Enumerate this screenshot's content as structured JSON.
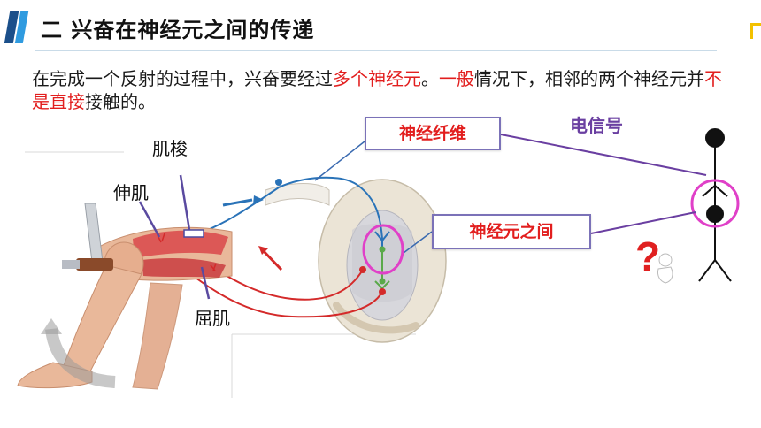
{
  "header": {
    "title": "二  兴奋在神经元之间的传递"
  },
  "paragraph": {
    "part1": "在完成一个反射的过程中，兴奋要经过",
    "part2": "多个神经元",
    "part3": "。",
    "part4": "一般",
    "part5": "情况下，相邻的两个神经元并",
    "part6": "不是直接",
    "part7": "接触的。"
  },
  "diagram": {
    "label_spindle": "肌梭",
    "label_extensor": "伸肌",
    "label_flexor": "屈肌",
    "callout_fiber": "神经纤维",
    "callout_between": "神经元之间",
    "signal_label": "电信号"
  },
  "colors": {
    "accent_red": "#e21e1e",
    "accent_purple": "#6a3fa1",
    "callout_border": "#7b72b8",
    "highlight_ring": "#e040c8",
    "sensory_nerve": "#2a73b8",
    "motor_nerve": "#d42a2a"
  }
}
